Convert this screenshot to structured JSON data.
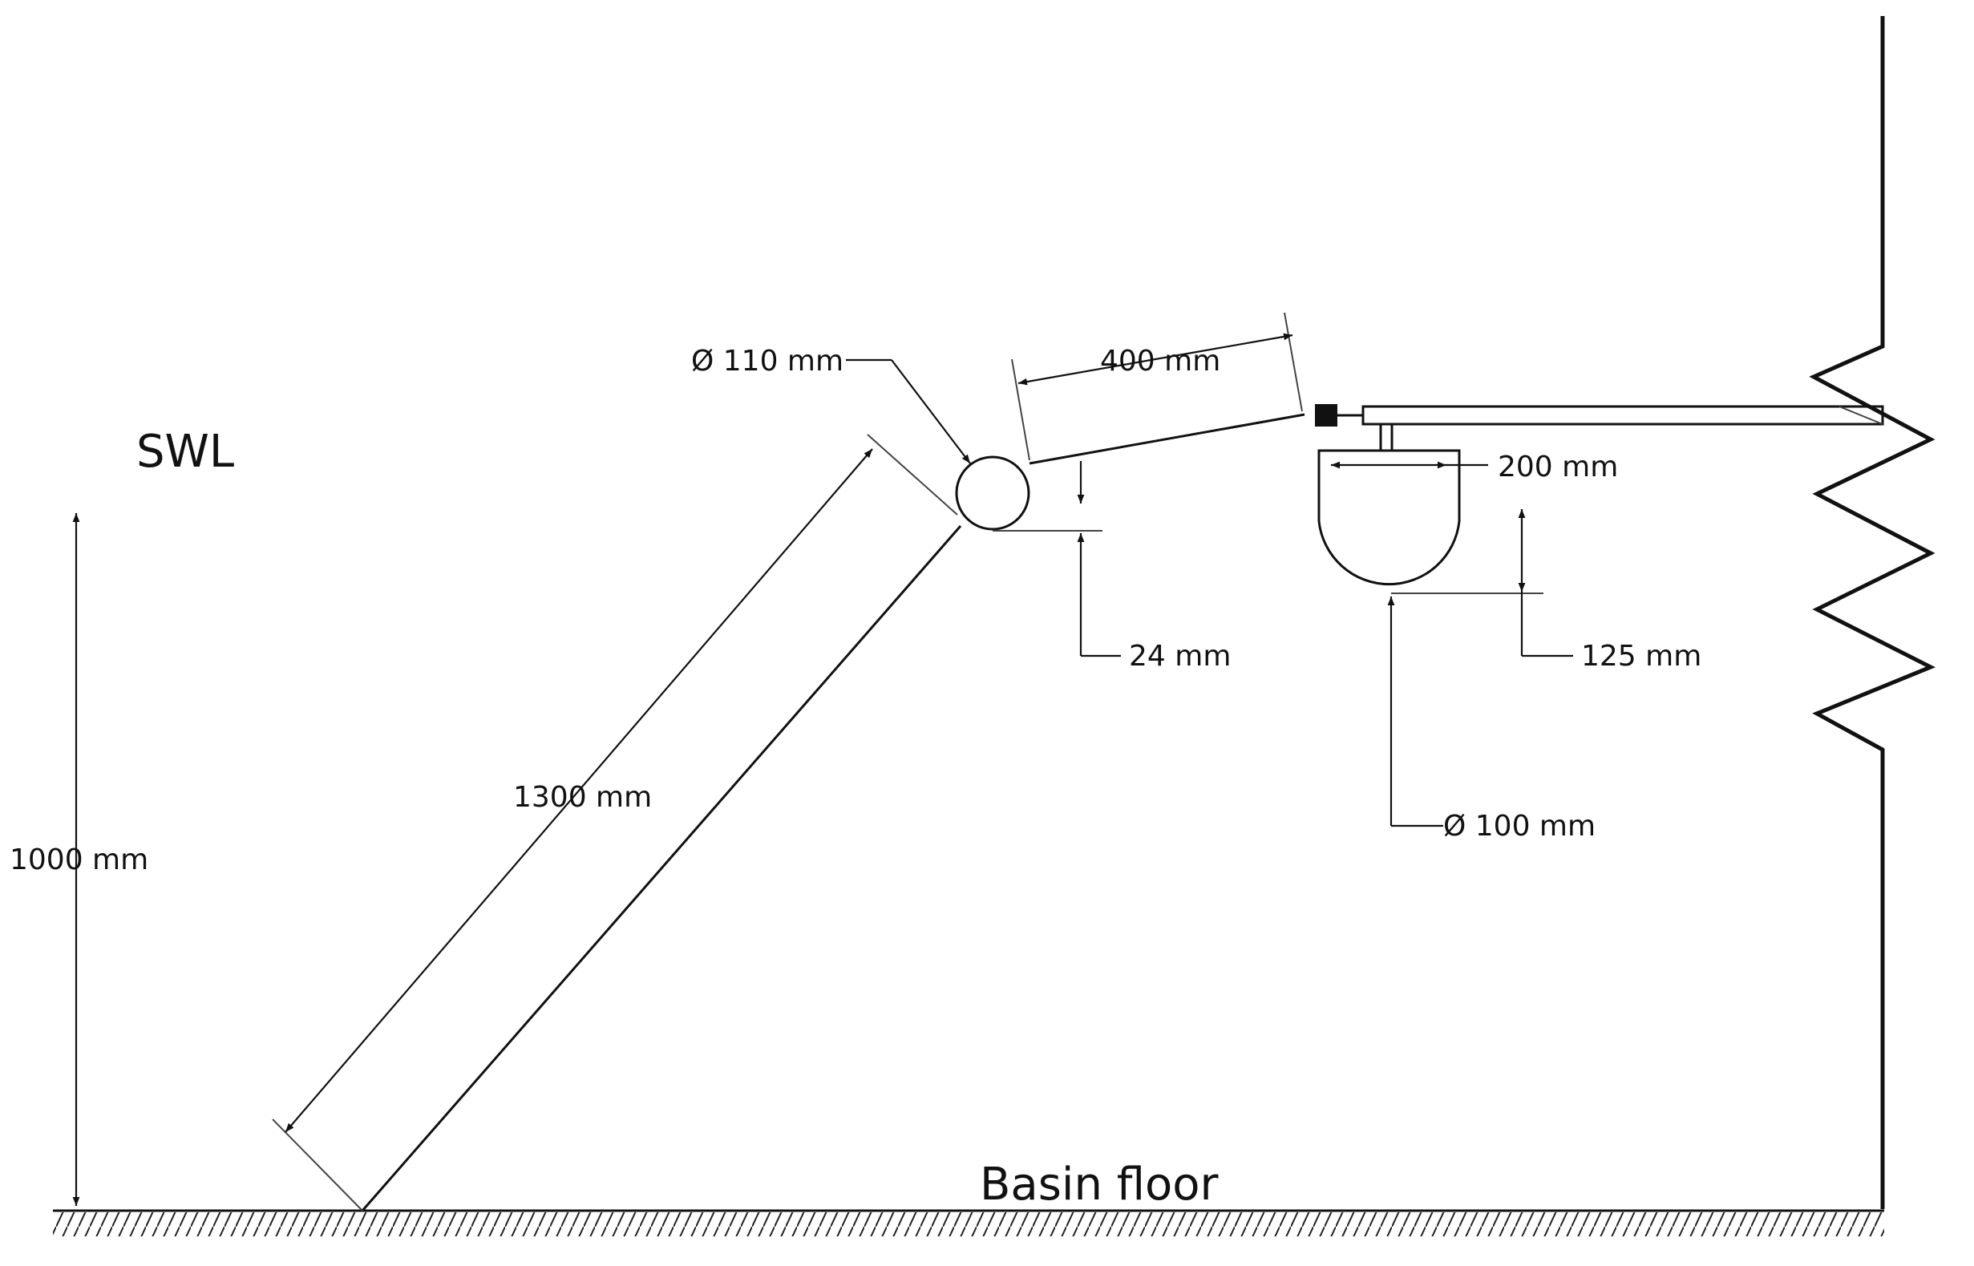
{
  "labels": {
    "swl": "SWL",
    "basin_floor": "Basin floor",
    "float_diameter": "Ø 110 mm",
    "arm_length": "400 mm",
    "buoy_width": "200 mm",
    "float_offset": "24 mm",
    "buoy_depth": "125 mm",
    "buoy_diameter": "Ø 100 mm",
    "ramp_length": "1300 mm",
    "water_depth": "1000 mm"
  },
  "colors": {
    "line": "#111111",
    "background": "#ffffff"
  }
}
